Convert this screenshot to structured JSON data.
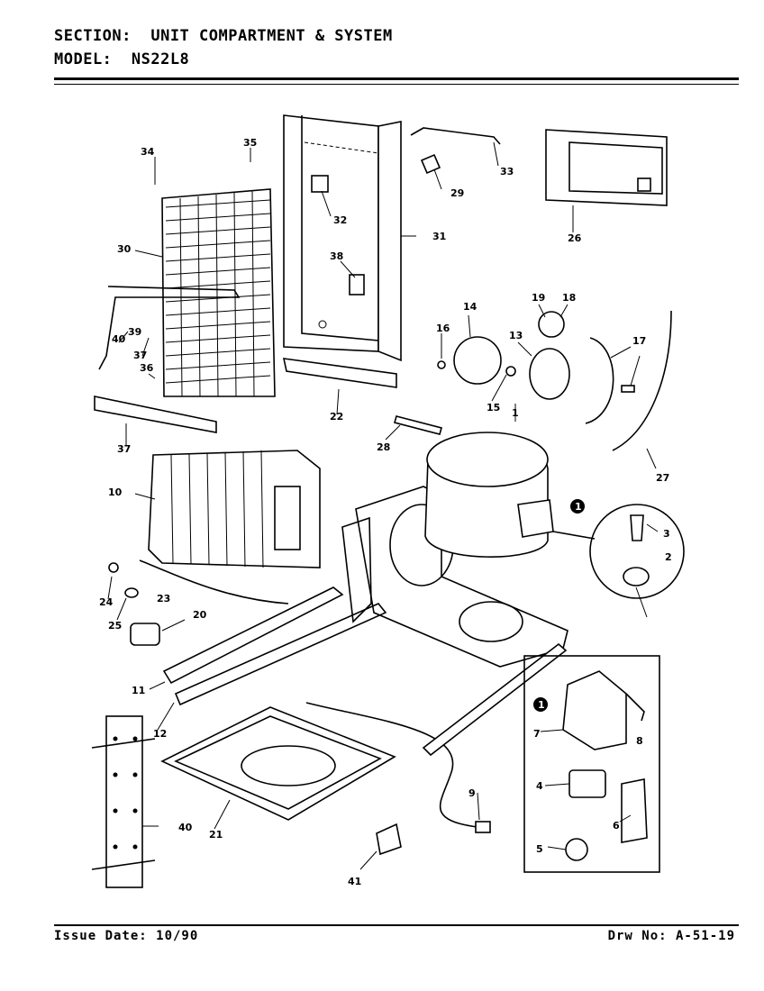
{
  "header": {
    "section_line": "SECTION:  UNIT COMPARTMENT & SYSTEM",
    "model_line": "MODEL:  NS22L8"
  },
  "footer": {
    "issue_date": "Issue Date: 10/90",
    "drawing_number": "Drw No: A-51-19"
  },
  "callouts": {
    "c1": "1",
    "c2": "2",
    "c3": "3",
    "c4": "4",
    "c5": "5",
    "c6": "6",
    "c7": "7",
    "c8": "8",
    "c9": "9",
    "c10": "10",
    "c11": "11",
    "c12": "12",
    "c13": "13",
    "c14": "14",
    "c15": "15",
    "c16": "16",
    "c17": "17",
    "c18": "18",
    "c19": "19",
    "c20": "20",
    "c21": "21",
    "c22": "22",
    "c23": "23",
    "c24": "24",
    "c25": "25",
    "c26": "26",
    "c27": "27",
    "c28": "28",
    "c29": "29",
    "c30": "30",
    "c31": "31",
    "c32": "32",
    "c33": "33",
    "c34": "34",
    "c35": "35",
    "c36": "36",
    "c37a": "37",
    "c37b": "37",
    "c38": "38",
    "c39": "39",
    "c40a": "40",
    "c40b": "40",
    "c41": "41",
    "ref_a": "1",
    "ref_b": "1"
  }
}
